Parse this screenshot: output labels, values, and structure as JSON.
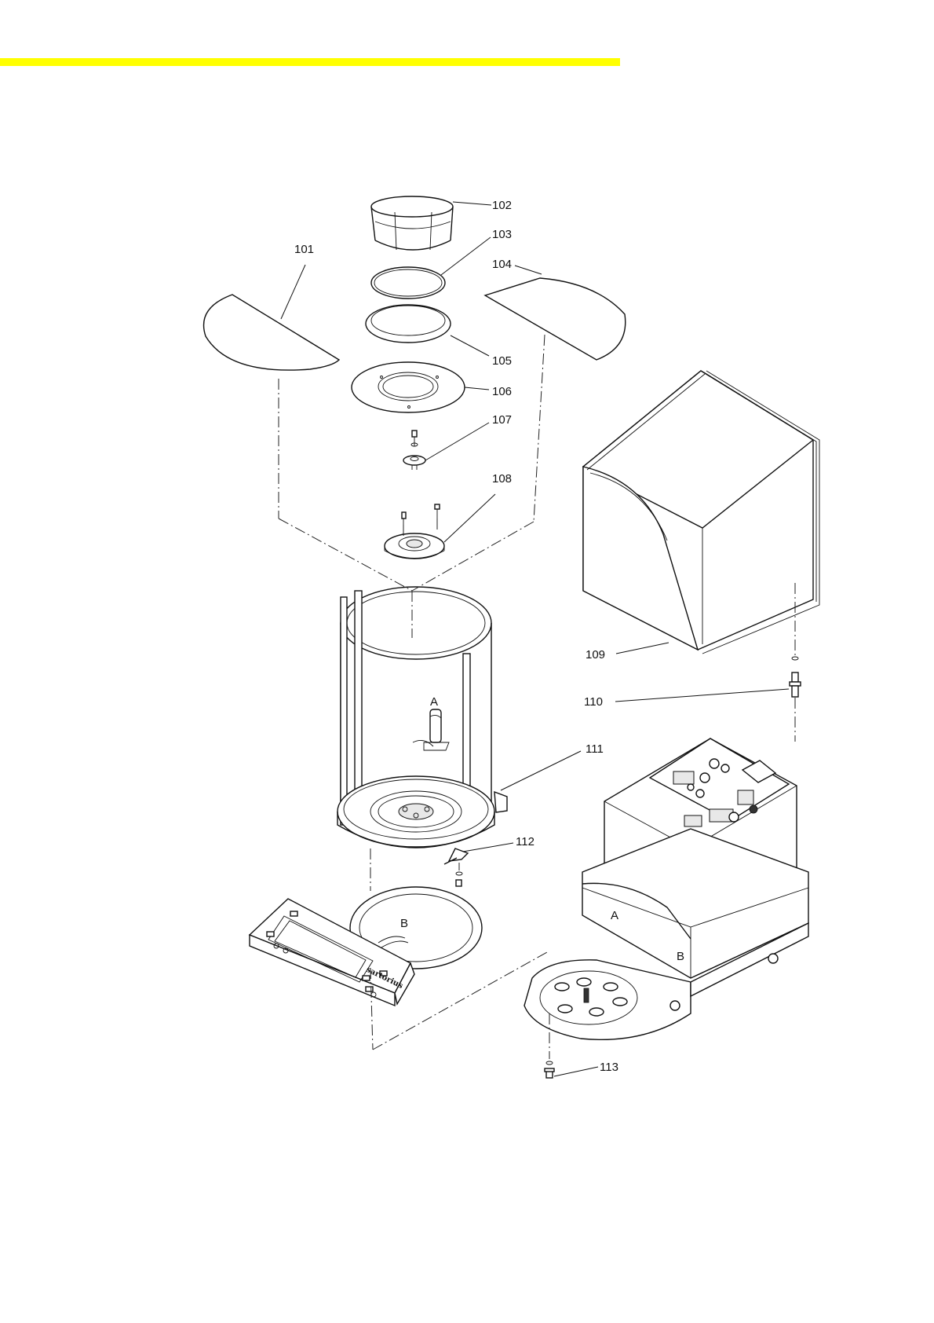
{
  "colors": {
    "highlight_band": "#ffff00",
    "line": "#111111",
    "background": "#ffffff"
  },
  "callouts": {
    "c101": "101",
    "c102": "102",
    "c103": "103",
    "c104": "104",
    "c105": "105",
    "c106": "106",
    "c107": "107",
    "c108": "108",
    "c109": "109",
    "c110": "110",
    "c111": "111",
    "c112": "112",
    "c113": "113"
  },
  "markers": {
    "a_chamber": "A",
    "b_ring": "B",
    "a_base": "A",
    "b_base": "B"
  },
  "display_brand": "sartorius"
}
